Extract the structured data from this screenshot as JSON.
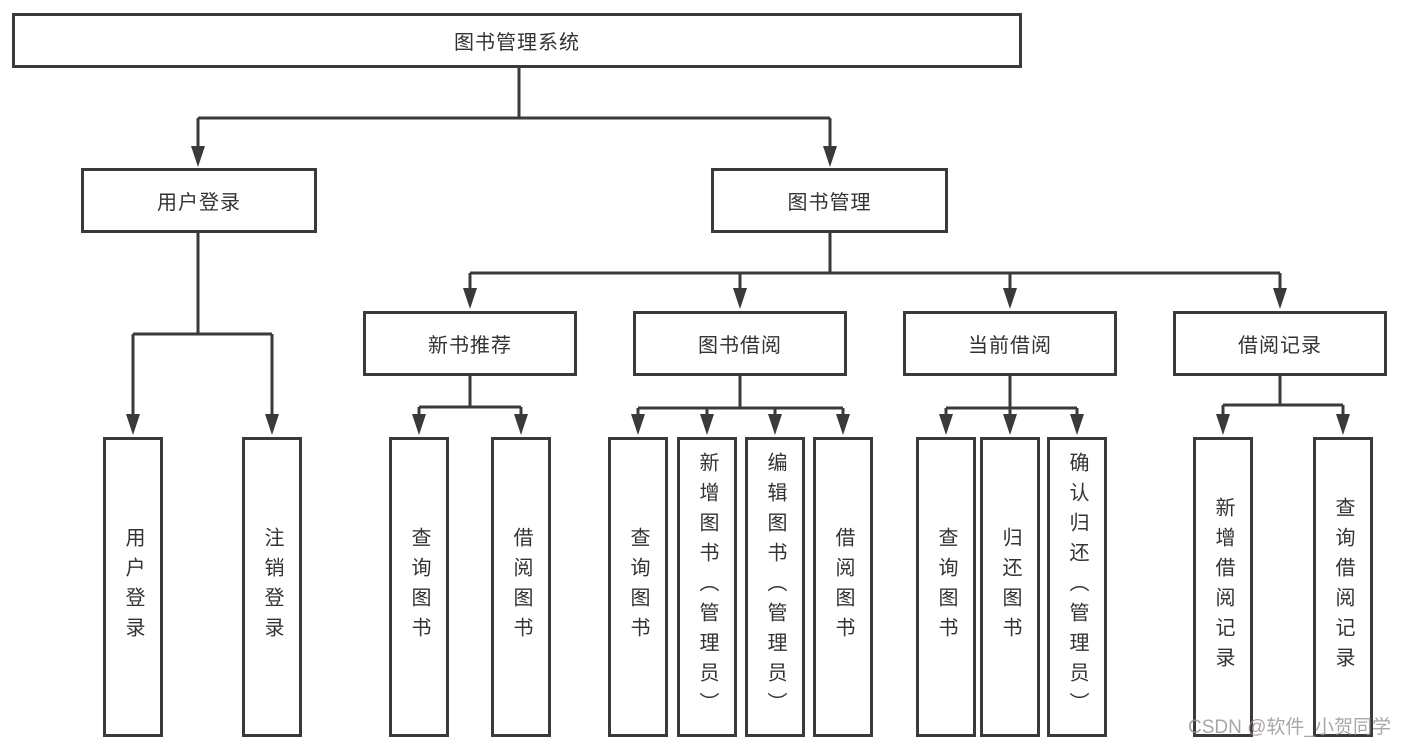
{
  "diagram": {
    "root": {
      "label": "图书管理系统"
    },
    "branches": [
      {
        "label": "用户登录",
        "children": [
          {
            "label": "用户登录"
          },
          {
            "label": "注销登录"
          }
        ]
      },
      {
        "label": "图书管理",
        "children": [
          {
            "label": "新书推荐",
            "children": [
              {
                "label": "查询图书"
              },
              {
                "label": "借阅图书"
              }
            ]
          },
          {
            "label": "图书借阅",
            "children": [
              {
                "label": "查询图书"
              },
              {
                "label": "新增图书（管理员）"
              },
              {
                "label": "编辑图书（管理员）"
              },
              {
                "label": "借阅图书"
              }
            ]
          },
          {
            "label": "当前借阅",
            "children": [
              {
                "label": "查询图书"
              },
              {
                "label": "归还图书"
              },
              {
                "label": "确认归还（管理员）"
              }
            ]
          },
          {
            "label": "借阅记录",
            "children": [
              {
                "label": "新增借阅记录"
              },
              {
                "label": "查询借阅记录"
              }
            ]
          }
        ]
      }
    ],
    "line_color": "#3a3a3a",
    "text_color": "#333333"
  },
  "watermark": {
    "text": "CSDN @软件_小贺同学"
  }
}
